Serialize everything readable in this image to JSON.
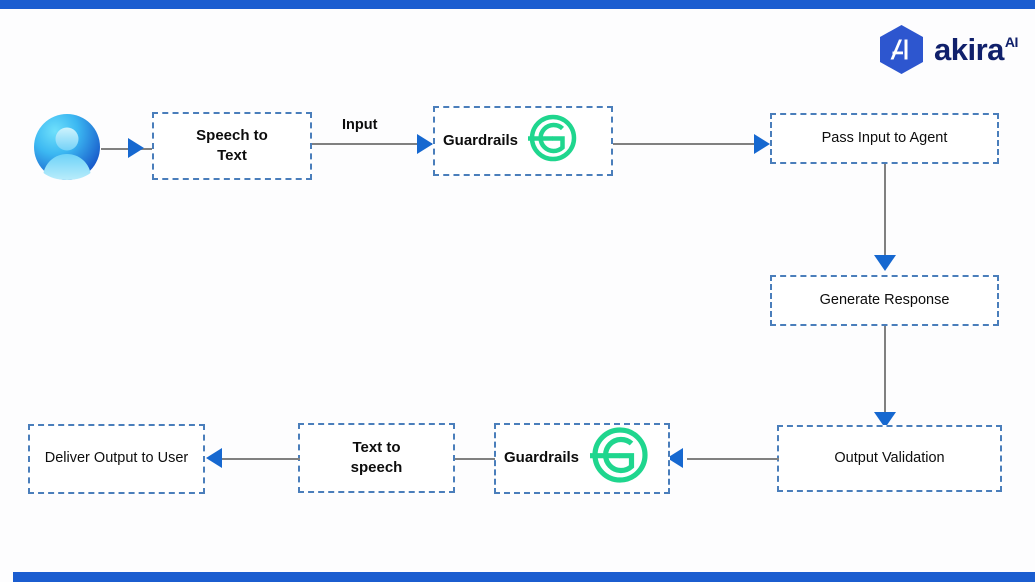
{
  "brand": {
    "name": "akira",
    "superscript": "AI",
    "mark_icon": "akira-hexagon-logo",
    "color": "#10206b",
    "mark_color": "#2d56cf"
  },
  "decor": {
    "bar_color": "#1b5dd0"
  },
  "diagram": {
    "type": "flowchart",
    "accent_border_color": "#4a7ebb",
    "connector_color": "#808080",
    "arrow_color": "#1668d0",
    "guardrails_logo_color": "#1fd68e",
    "nodes": [
      {
        "id": "user",
        "label": "",
        "icon": "user-avatar-icon"
      },
      {
        "id": "speech-to-text",
        "label": "Speech to\nText"
      },
      {
        "id": "guardrails-input",
        "label": "Guardrails",
        "icon": "guardrails-logo"
      },
      {
        "id": "pass-input-to-agent",
        "label": "Pass Input to Agent"
      },
      {
        "id": "generate-response",
        "label": "Generate Response"
      },
      {
        "id": "output-validation",
        "label": "Output Validation"
      },
      {
        "id": "guardrails-output",
        "label": "Guardrails",
        "icon": "guardrails-logo"
      },
      {
        "id": "text-to-speech",
        "label": "Text to\nspeech"
      },
      {
        "id": "deliver-output-to-user",
        "label": "Deliver Output to User"
      }
    ],
    "edges": [
      {
        "from": "user",
        "to": "speech-to-text",
        "label": ""
      },
      {
        "from": "speech-to-text",
        "to": "guardrails-input",
        "label": "Input"
      },
      {
        "from": "guardrails-input",
        "to": "pass-input-to-agent",
        "label": ""
      },
      {
        "from": "pass-input-to-agent",
        "to": "generate-response",
        "label": ""
      },
      {
        "from": "generate-response",
        "to": "output-validation",
        "label": ""
      },
      {
        "from": "output-validation",
        "to": "guardrails-output",
        "label": ""
      },
      {
        "from": "guardrails-output",
        "to": "text-to-speech",
        "label": ""
      },
      {
        "from": "text-to-speech",
        "to": "deliver-output-to-user",
        "label": ""
      }
    ]
  }
}
